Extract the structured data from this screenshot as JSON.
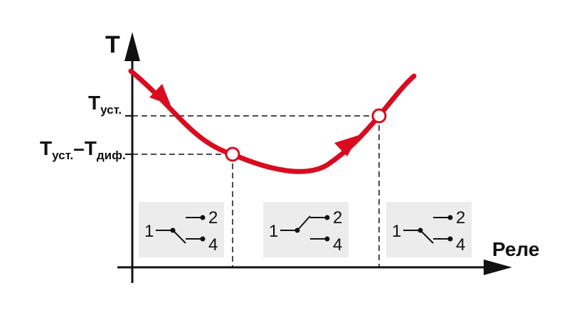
{
  "axes": {
    "y_label": "T",
    "x_label": "Реле"
  },
  "levels": {
    "set": {
      "main": "T",
      "sub": "уст."
    },
    "diff": {
      "main1": "T",
      "sub1": "уст.",
      "op": "–",
      "main2": "T",
      "sub2": "диф."
    }
  },
  "relay": {
    "common": "1",
    "contact_a": "2",
    "contact_b": "4",
    "states": [
      "closed-4",
      "closed-2",
      "closed-4"
    ]
  },
  "colors": {
    "curve": "#d90c1f",
    "axis": "#111111",
    "relay_bg": "#ececec"
  }
}
